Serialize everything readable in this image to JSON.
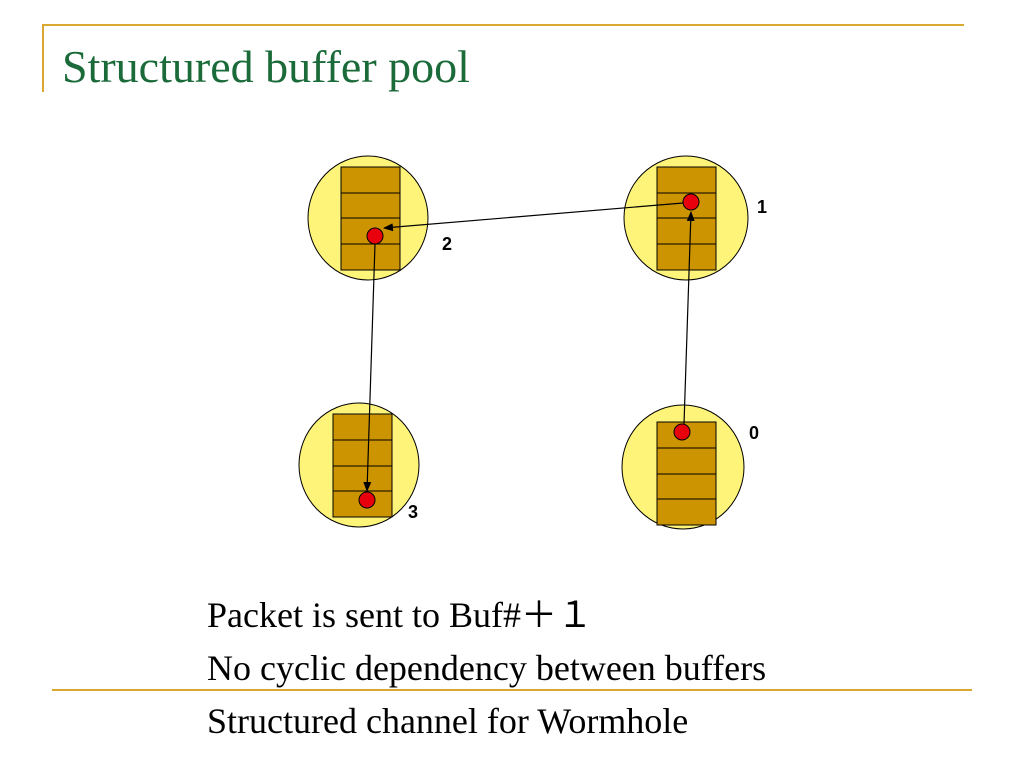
{
  "slide": {
    "title": "Structured buffer pool",
    "bullets": [
      "Packet is sent to Buf#＋１",
      "No cyclic dependency between buffers",
      "Structured channel for Wormhole"
    ]
  },
  "diagram": {
    "nodes": [
      {
        "id": "node-2",
        "label": "2"
      },
      {
        "id": "node-1",
        "label": "1"
      },
      {
        "id": "node-3",
        "label": "3"
      },
      {
        "id": "node-0",
        "label": "0"
      }
    ],
    "edges": [
      {
        "from": "0",
        "to": "1"
      },
      {
        "from": "1",
        "to": "2"
      },
      {
        "from": "2",
        "to": "3"
      }
    ],
    "colors": {
      "node_fill": "#fef47a",
      "buffer_fill": "#cc9400",
      "packet_fill": "#e8000c",
      "title": "#1b6b3a",
      "rule": "#d9a830"
    }
  }
}
